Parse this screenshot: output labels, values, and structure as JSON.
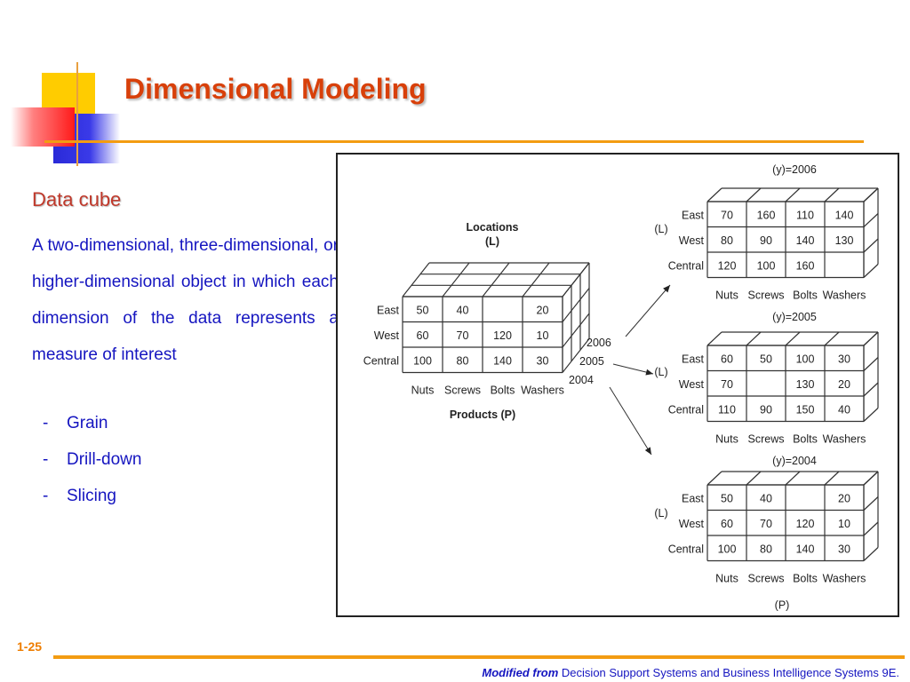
{
  "slide": {
    "title": "Dimensional Modeling",
    "subheading": "Data cube",
    "body": "A two-dimensional, three-dimensional, or higher-dimensional object in which each dimension of the data represents a measure of interest",
    "bullets": [
      {
        "dash": "-",
        "text": "Grain"
      },
      {
        "dash": "-",
        "text": "Drill-down"
      },
      {
        "dash": "-",
        "text": "Slicing"
      }
    ],
    "page_number": "1-25",
    "footer": {
      "emphasis": "Modified from",
      "text": "Decision Support Systems and Business Intelligence Systems 9E."
    }
  },
  "figure": {
    "cube": {
      "locations_label": "Locations",
      "locations_abbr": "(L)",
      "products_label": "Products (P)",
      "rows": [
        "East",
        "West",
        "Central"
      ],
      "cols": [
        "Nuts",
        "Screws",
        "Bolts",
        "Washers"
      ],
      "years": [
        "2006",
        "2005",
        "2004"
      ],
      "values": [
        [
          "50",
          "40",
          "",
          "20"
        ],
        [
          "60",
          "70",
          "120",
          "10"
        ],
        [
          "100",
          "80",
          "140",
          "30"
        ]
      ]
    },
    "slices": [
      {
        "year_label": "(y)=2006",
        "axis_label": "(L)",
        "rows": [
          "East",
          "West",
          "Central"
        ],
        "cols": [
          "Nuts",
          "Screws",
          "Bolts",
          "Washers"
        ],
        "values": [
          [
            "70",
            "160",
            "110",
            "140"
          ],
          [
            "80",
            "90",
            "140",
            "130"
          ],
          [
            "120",
            "100",
            "160",
            ""
          ]
        ]
      },
      {
        "year_label": "(y)=2005",
        "axis_label": "(L)",
        "rows": [
          "East",
          "West",
          "Central"
        ],
        "cols": [
          "Nuts",
          "Screws",
          "Bolts",
          "Washers"
        ],
        "values": [
          [
            "60",
            "50",
            "100",
            "30"
          ],
          [
            "70",
            "",
            "130",
            "20"
          ],
          [
            "110",
            "90",
            "150",
            "40"
          ]
        ]
      },
      {
        "year_label": "(y)=2004",
        "axis_label": "(L)",
        "rows": [
          "East",
          "West",
          "Central"
        ],
        "cols": [
          "Nuts",
          "Screws",
          "Bolts",
          "Washers"
        ],
        "values": [
          [
            "50",
            "40",
            "",
            "20"
          ],
          [
            "60",
            "70",
            "120",
            "10"
          ],
          [
            "100",
            "80",
            "140",
            "30"
          ]
        ],
        "bottom_label": "(P)"
      }
    ]
  }
}
